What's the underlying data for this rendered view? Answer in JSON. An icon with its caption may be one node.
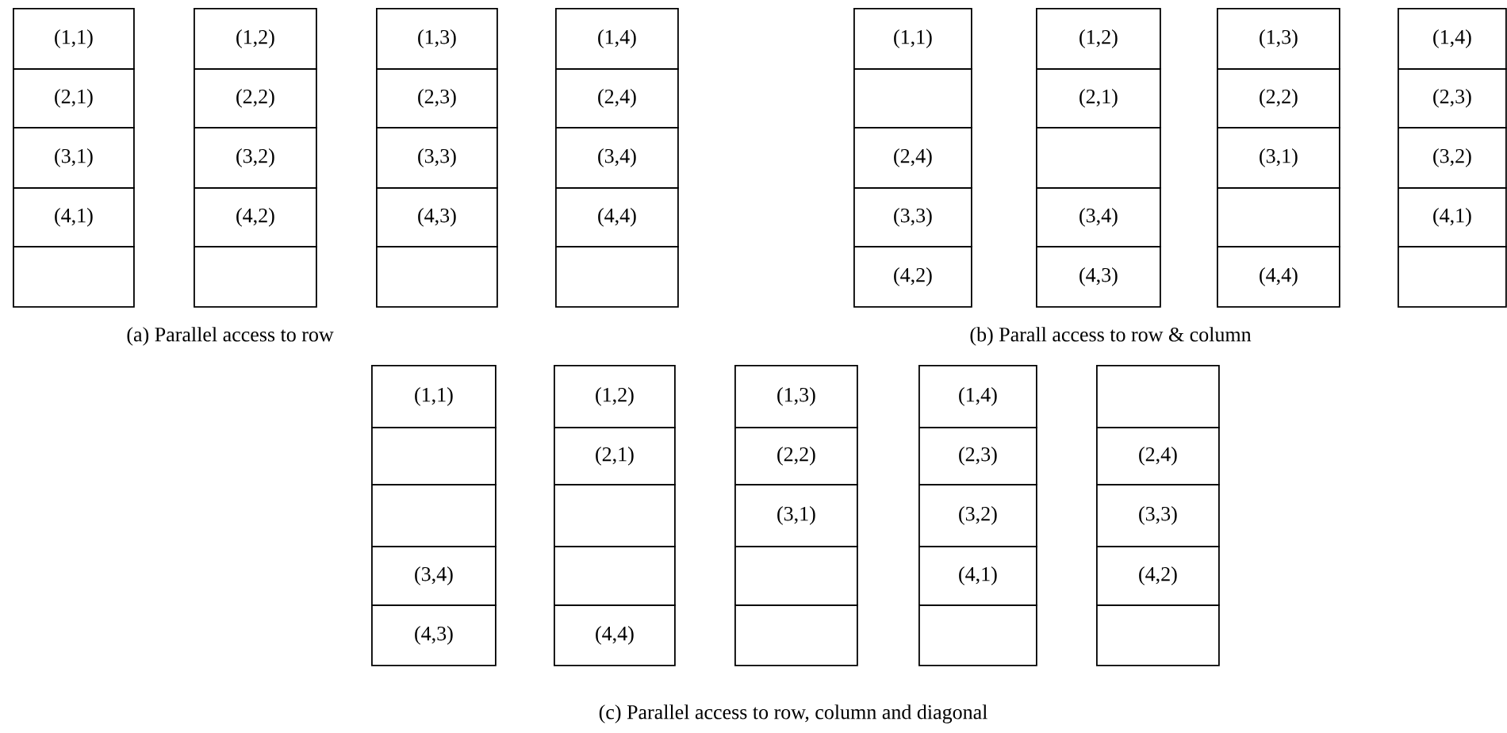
{
  "diagram": {
    "nodes": [
      {
        "text": [
          "(1,1)"
        ]
      },
      {
        "text": [
          "(2,1)"
        ]
      },
      {
        "text": [
          "(3,1)"
        ]
      },
      {
        "text": [
          "(4,1)"
        ]
      },
      {
        "text": [],
        "shape": "box"
      },
      {
        "text": [
          "(1,2)"
        ]
      },
      {
        "text": [
          "(2,2)"
        ]
      },
      {
        "text": [
          "(3,2)"
        ]
      },
      {
        "text": [
          "(4,2)"
        ]
      },
      {
        "text": [],
        "shape": "box"
      },
      {
        "text": [
          "(1,3)"
        ]
      },
      {
        "text": [
          "(2,3)"
        ]
      },
      {
        "text": [
          "(3,3)"
        ]
      },
      {
        "text": [
          "(4,3)"
        ]
      },
      {
        "text": [],
        "shape": "box"
      },
      {
        "text": [
          "(1,4)"
        ]
      },
      {
        "text": [
          "(2,4)"
        ]
      },
      {
        "text": [
          "(3,4)"
        ]
      },
      {
        "text": [
          "(4,4)"
        ]
      },
      {
        "text": [],
        "shape": "box"
      },
      {
        "text": [
          "(1,1)"
        ]
      },
      {
        "text": [],
        "shape": "box"
      },
      {
        "text": [
          "(2,4)"
        ]
      },
      {
        "text": [
          "(3,3)"
        ]
      },
      {
        "text": [
          "(4,2)"
        ]
      },
      {
        "text": [
          "(1,2)"
        ]
      },
      {
        "text": [
          "(2,1)"
        ]
      },
      {
        "text": [],
        "shape": "box"
      },
      {
        "text": [
          "(3,4)"
        ]
      },
      {
        "text": [
          "(4,3)"
        ]
      },
      {
        "text": [
          "(1,3)"
        ]
      },
      {
        "text": [
          "(2,2)"
        ]
      },
      {
        "text": [
          "(3,1)"
        ]
      },
      {
        "text": [],
        "shape": "box"
      },
      {
        "text": [
          "(4,4)"
        ]
      },
      {
        "text": [
          "(1,4)"
        ]
      },
      {
        "text": [
          "(2,3)"
        ]
      },
      {
        "text": [
          "(3,2)"
        ]
      },
      {
        "text": [
          "(4,1)"
        ]
      },
      {
        "text": [],
        "shape": "box"
      },
      {
        "text": [
          "(1,1)"
        ]
      },
      {
        "text": [],
        "shape": "box"
      },
      {
        "text": [],
        "shape": "box"
      },
      {
        "text": [
          "(3,4)"
        ]
      },
      {
        "text": [
          "(4,3)"
        ]
      },
      {
        "text": [
          "(1,2)"
        ]
      },
      {
        "text": [
          "(2,1)"
        ]
      },
      {
        "text": [],
        "shape": "box"
      },
      {
        "text": [],
        "shape": "box"
      },
      {
        "text": [
          "(4,4)"
        ]
      },
      {
        "text": [
          "(1,3)"
        ]
      },
      {
        "text": [
          "(2,2)"
        ]
      },
      {
        "text": [
          "(3,1)"
        ]
      },
      {
        "text": [],
        "shape": "box"
      },
      {
        "text": [],
        "shape": "box"
      },
      {
        "text": [
          "(1,4)"
        ]
      },
      {
        "text": [
          "(2,3)"
        ]
      },
      {
        "text": [
          "(3,2)"
        ]
      },
      {
        "text": [
          "(4,1)"
        ]
      },
      {
        "text": [],
        "shape": "box"
      },
      {
        "text": [],
        "shape": "box"
      },
      {
        "text": [
          "(2,4)"
        ]
      },
      {
        "text": [
          "(3,3)"
        ]
      },
      {
        "text": [
          "(4,2)"
        ]
      },
      {
        "text": [],
        "shape": "box"
      }
    ],
    "labels": [
      "(a) Parallel access to row",
      "(b) Parall access to row & column",
      "(c) Parallel access to row, column and diagonal"
    ]
  }
}
